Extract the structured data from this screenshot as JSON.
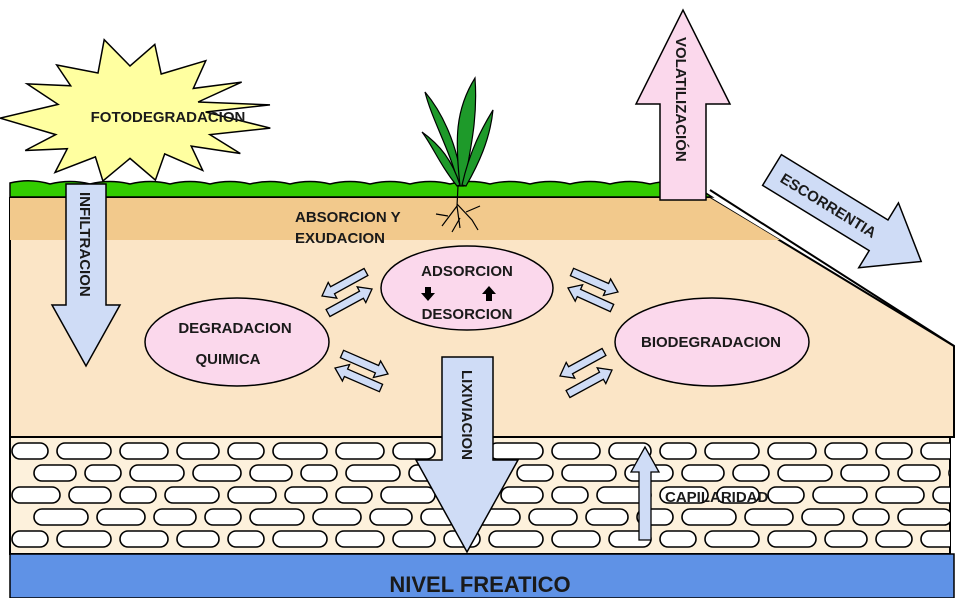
{
  "diagram": {
    "labels": {
      "photodegradation": "FOTODEGRADACION",
      "volatilization": "VOLATILIZACIÓN",
      "runoff": "ESCORRENTIA",
      "infiltration": "INFILTRACION",
      "absorption_line1": "ABSORCION Y",
      "absorption_line2": "EXUDACION",
      "adsorption": "ADSORCION",
      "desorption": "DESORCION",
      "chemical_degradation_line1": "DEGRADACION",
      "chemical_degradation_line2": "QUIMICA",
      "biodegradation": "BIODEGRADACION",
      "leaching": "LIXIVIACION",
      "capillarity": "CAPILARIDAD",
      "water_table": "NIVEL FREATICO"
    },
    "colors": {
      "sun": "#ffffa0",
      "grass": "#33cc00",
      "topsoil": "#f2c98c",
      "soil": "#fbe5c6",
      "gravel_bg": "#fdf1dc",
      "water": "#5f92e6",
      "arrow_blue": "#cfdcf6",
      "pink": "#fbd8ec",
      "leaf": "#1e9a2a"
    },
    "icons": [
      "sun-burst-icon",
      "plant-icon",
      "rock-icon"
    ]
  }
}
